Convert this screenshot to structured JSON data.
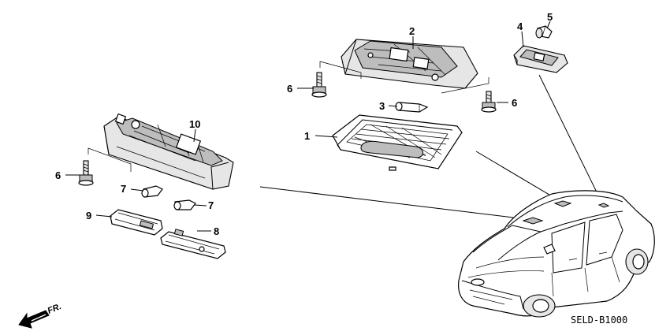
{
  "diagram": {
    "code": "SELD-B1000",
    "front_label": "FR.",
    "callouts": [
      {
        "id": "1",
        "label": "1"
      },
      {
        "id": "2",
        "label": "2"
      },
      {
        "id": "3",
        "label": "3"
      },
      {
        "id": "4",
        "label": "4"
      },
      {
        "id": "5",
        "label": "5"
      },
      {
        "id": "6a",
        "label": "6"
      },
      {
        "id": "6b",
        "label": "6"
      },
      {
        "id": "6c",
        "label": "6"
      },
      {
        "id": "7a",
        "label": "7"
      },
      {
        "id": "7b",
        "label": "7"
      },
      {
        "id": "8",
        "label": "8"
      },
      {
        "id": "9",
        "label": "9"
      },
      {
        "id": "10",
        "label": "10"
      }
    ]
  }
}
